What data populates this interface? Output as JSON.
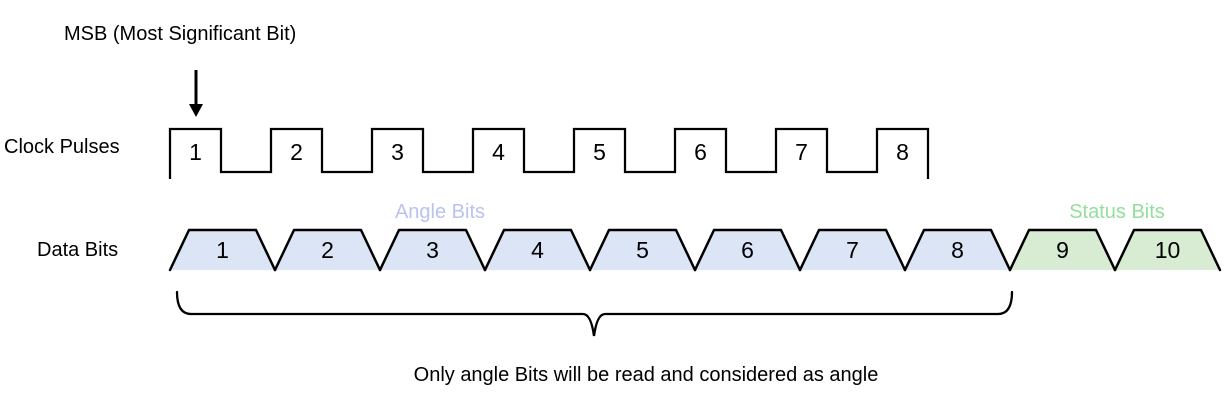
{
  "msb": {
    "label": "MSB (Most Significant Bit)"
  },
  "clock_row": {
    "label": "Clock Pulses",
    "pulses": [
      "1",
      "2",
      "3",
      "4",
      "5",
      "6",
      "7",
      "8"
    ]
  },
  "data_row": {
    "label": "Data Bits",
    "bits": [
      {
        "label": "1",
        "group": "angle"
      },
      {
        "label": "2",
        "group": "angle"
      },
      {
        "label": "3",
        "group": "angle"
      },
      {
        "label": "4",
        "group": "angle"
      },
      {
        "label": "5",
        "group": "angle"
      },
      {
        "label": "6",
        "group": "angle"
      },
      {
        "label": "7",
        "group": "angle"
      },
      {
        "label": "8",
        "group": "angle"
      },
      {
        "label": "9",
        "group": "status"
      },
      {
        "label": "10",
        "group": "status"
      }
    ]
  },
  "groups": {
    "angle": {
      "label": "Angle Bits",
      "heading_color": "#b9c3f0",
      "fill": "#dbe5f5"
    },
    "status": {
      "label": "Status Bits",
      "heading_color": "#92df9c",
      "fill": "#d8ecd3"
    }
  },
  "caption": "Only angle Bits will be read and considered as angle",
  "colors": {
    "stroke": "#000000",
    "text": "#000000",
    "background": "#ffffff"
  }
}
